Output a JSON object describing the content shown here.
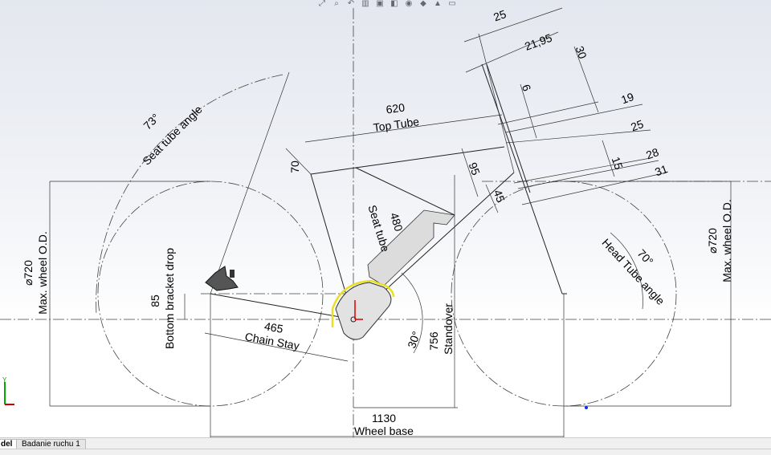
{
  "toolbar": {
    "icons": [
      "zoom-to-fit-icon",
      "zoom-area-icon",
      "previous-view-icon",
      "section-view-icon",
      "view-orientation-icon",
      "display-style-icon",
      "hide-show-icon",
      "edit-appearance-icon",
      "apply-scene-icon",
      "view-settings-icon"
    ]
  },
  "dimensions": {
    "top_tube_value": "620",
    "top_tube_label": "Top Tube",
    "seat_angle_value": "73°",
    "seat_angle_label": "Seat tube angle",
    "seat_offset": "70",
    "wheel_od_left_value": "⌀720",
    "wheel_od_left_label": "Max. wheel O.D.",
    "wheel_od_right_value": "⌀720",
    "wheel_od_right_label": "Max. wheel O.D.",
    "bb_drop_value": "85",
    "bb_drop_label": "Bottom bracket drop",
    "chain_stay_value": "465",
    "chain_stay_label": "Chain Stay",
    "seat_tube_value": "480",
    "seat_tube_label": "Seat tube",
    "angle_30": "30°",
    "standover_value": "756",
    "standover_label": "Standover",
    "wheel_base_value": "1130",
    "wheel_base_label": "Wheel base",
    "d95": "95",
    "d45": "45",
    "head_angle_value": "70°",
    "head_angle_label": "Head Tube angle",
    "d25a": "25",
    "d2195": "21,95",
    "d30": "30",
    "d6": "6",
    "d19": "19",
    "d25b": "25",
    "d15": "15",
    "d28": "28",
    "d31": "31"
  },
  "tabs": [
    {
      "label": "del",
      "active": true
    },
    {
      "label": "Badanie ruchu 1",
      "active": false
    }
  ],
  "colors": {
    "sketch": "#222222",
    "highlight": "#e8e020",
    "origin": "#e00000"
  }
}
